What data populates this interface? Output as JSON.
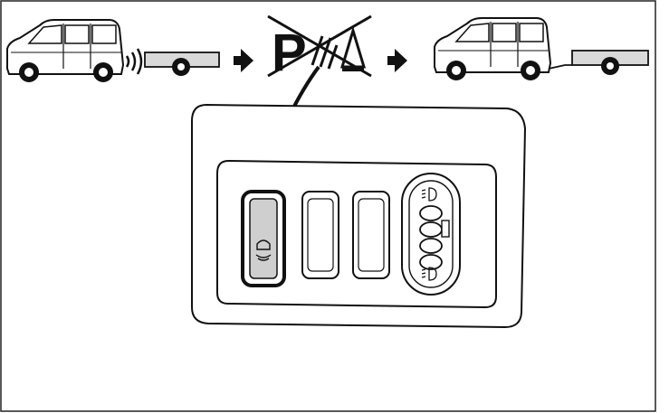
{
  "diagram": {
    "symbol_text": "P",
    "step1": {
      "vehicle_icon": "van-icon",
      "sensor_icon": "sensor-waves-icon",
      "trailer_icon": "trailer-icon"
    },
    "step2": {
      "icon": "parking-sensor-disabled-icon",
      "crossed": true
    },
    "step3": {
      "vehicle_icon": "van-icon",
      "trailer_icon": "trailer-icon",
      "hitched": true
    },
    "arrows": [
      "arrow-right-icon",
      "arrow-right-icon"
    ],
    "panel": {
      "switches": [
        {
          "name": "parking-sensor-switch",
          "icon": "parking-sensor-icon",
          "highlighted": true
        },
        {
          "name": "blank-switch-1",
          "icon": null,
          "highlighted": false
        },
        {
          "name": "blank-switch-2",
          "icon": null,
          "highlighted": false
        }
      ],
      "headlamp_dial": {
        "top_icon": "headlamp-icon",
        "bottom_icon": "headlamp-icon",
        "positions": 4
      }
    },
    "colors": {
      "line": "#1a1a1a",
      "fill_gray": "#cfcfcf",
      "background": "#ffffff"
    }
  }
}
